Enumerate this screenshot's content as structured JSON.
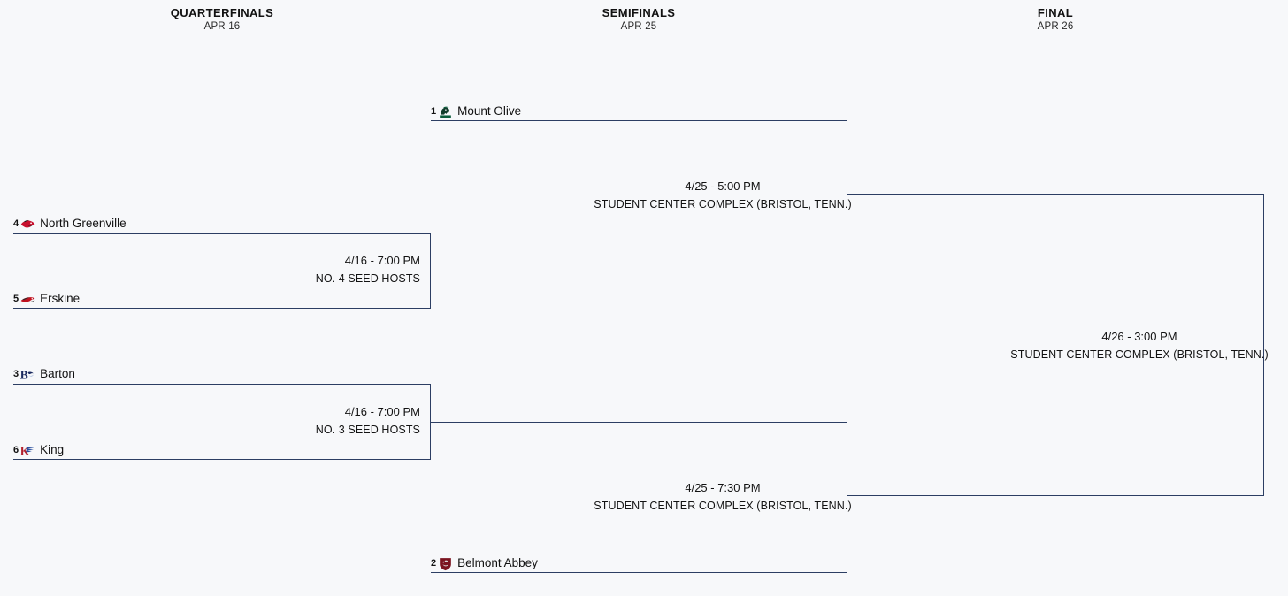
{
  "page": {
    "background_color": "#f7f8fa",
    "line_color": "#2c3e63",
    "text_color": "#111111"
  },
  "rounds": [
    {
      "title": "QUARTERFINALS",
      "date": "APR 16"
    },
    {
      "title": "SEMIFINALS",
      "date": "APR 25"
    },
    {
      "title": "FINAL",
      "date": "APR 26"
    }
  ],
  "teams": {
    "mount_olive": {
      "seed": "1",
      "name": "Mount Olive",
      "logo": "mount-olive-trojans-logo",
      "colors": {
        "primary": "#0b5c3b",
        "secondary": "#123d2c"
      }
    },
    "north_greenville": {
      "seed": "4",
      "name": "North Greenville",
      "logo": "north-greenville-crusaders-logo",
      "colors": {
        "primary": "#c8102e",
        "secondary": "#1d1d1d"
      }
    },
    "erskine": {
      "seed": "5",
      "name": "Erskine",
      "logo": "erskine-flying-fleet-logo",
      "colors": {
        "primary": "#c1121f",
        "secondary": "#2b2b2b"
      }
    },
    "barton": {
      "seed": "3",
      "name": "Barton",
      "logo": "barton-bulldogs-logo",
      "colors": {
        "primary": "#1b2a5e",
        "secondary": "#9fb3d9"
      }
    },
    "king": {
      "seed": "6",
      "name": "King",
      "logo": "king-tornado-logo",
      "colors": {
        "primary": "#b3202c",
        "secondary": "#2b4f9e"
      }
    },
    "belmont_abbey": {
      "seed": "2",
      "name": "Belmont Abbey",
      "logo": "belmont-abbey-crusaders-logo",
      "colors": {
        "primary": "#7b1420",
        "secondary": "#d9d9d9"
      }
    }
  },
  "games": {
    "qf_top": {
      "time": "4/16 - 7:00 PM",
      "venue": "NO. 4 SEED HOSTS"
    },
    "qf_bottom": {
      "time": "4/16 - 7:00 PM",
      "venue": "NO. 3 SEED HOSTS"
    },
    "sf_top": {
      "time": "4/25 - 5:00 PM",
      "venue": "STUDENT CENTER COMPLEX (BRISTOL, TENN.)"
    },
    "sf_bottom": {
      "time": "4/25 - 7:30 PM",
      "venue": "STUDENT CENTER COMPLEX (BRISTOL, TENN.)"
    },
    "final": {
      "time": "4/26 - 3:00 PM",
      "venue": "STUDENT CENTER COMPLEX (BRISTOL, TENN.)"
    }
  }
}
